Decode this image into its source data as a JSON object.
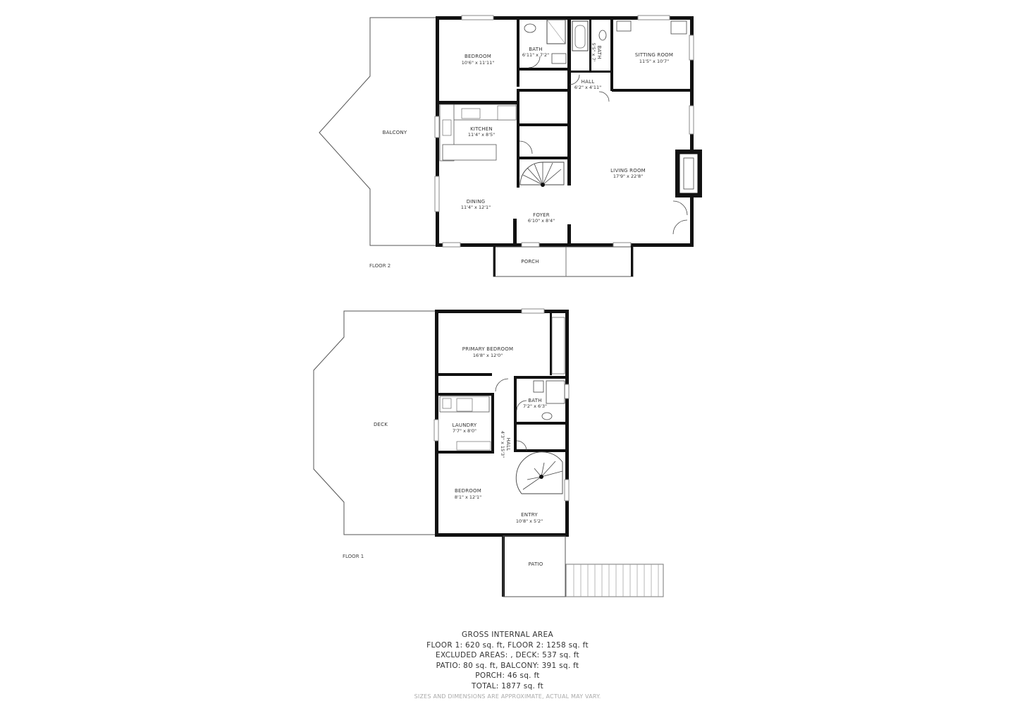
{
  "floor2": {
    "label": "FLOOR 2",
    "rooms": {
      "bedroom": {
        "name": "BEDROOM",
        "dims": "10'6\" x 11'11\""
      },
      "bath_a": {
        "name": "BATH",
        "dims": "6'11\" x 7'2\""
      },
      "bath_b": {
        "name": "BATH",
        "dims": "5'5\" x 7'"
      },
      "sitting": {
        "name": "SITTING ROOM",
        "dims": "11'5\" x 10'7\""
      },
      "hall": {
        "name": "HALL",
        "dims": "6'2\" x 4'11\""
      },
      "kitchen": {
        "name": "KITCHEN",
        "dims": "11'4\" x 8'5\""
      },
      "balcony": {
        "name": "BALCONY"
      },
      "living": {
        "name": "LIVING ROOM",
        "dims": "17'9\" x 22'8\""
      },
      "dining": {
        "name": "DINING",
        "dims": "11'4\" x 12'1\""
      },
      "foyer": {
        "name": "FOYER",
        "dims": "6'10\" x 8'4\""
      },
      "porch": {
        "name": "PORCH"
      }
    }
  },
  "floor1": {
    "label": "FLOOR 1",
    "rooms": {
      "primary": {
        "name": "PRIMARY BEDROOM",
        "dims": "16'8\" x 12'0\""
      },
      "bath": {
        "name": "BATH",
        "dims": "7'2\" x 6'3\""
      },
      "deck": {
        "name": "DECK"
      },
      "laundry": {
        "name": "LAUNDRY",
        "dims": "7'7\" x 8'0\""
      },
      "hall": {
        "name": "HALL",
        "dims": "4'3\" x 15'3\""
      },
      "bedroom": {
        "name": "BEDROOM",
        "dims": "8'1\" x 12'1\""
      },
      "entry": {
        "name": "ENTRY",
        "dims": "10'8\" x 5'2\""
      },
      "patio": {
        "name": "PATIO"
      }
    }
  },
  "summary": {
    "title": "GROSS INTERNAL AREA",
    "line1": "FLOOR 1: 620 sq. ft, FLOOR 2: 1258 sq. ft",
    "line2": "EXCLUDED AREAS: , DECK: 537 sq. ft",
    "line3": "PATIO: 80 sq. ft, BALCONY: 391 sq. ft",
    "line4": "PORCH: 46 sq. ft",
    "line5": "TOTAL: 1877 sq. ft",
    "note": "SIZES AND DIMENSIONS ARE APPROXIMATE, ACTUAL MAY VARY."
  }
}
